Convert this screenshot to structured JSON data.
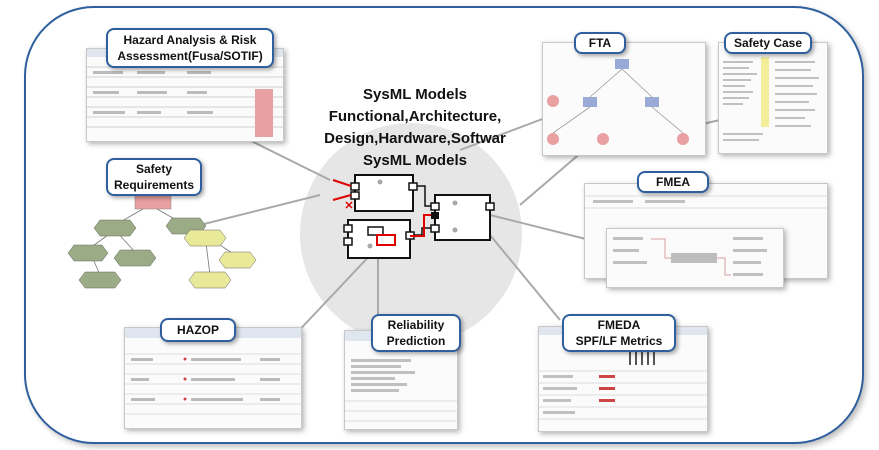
{
  "center": {
    "line1": "SysML Models",
    "line2": "Functional,Architecture,",
    "line3": "Design,Hardware,Softwar",
    "line4": "SysML Models"
  },
  "labels": {
    "hara_line1": "Hazard Analysis & Risk",
    "hara_line2": "Assessment(Fusa/SOTIF)",
    "safety_req_line1": "Safety",
    "safety_req_line2": "Requirements",
    "hazop": "HAZOP",
    "reliability_line1": "Reliability",
    "reliability_line2": "Prediction",
    "fta": "FTA",
    "safety_case": "Safety Case",
    "fmea": "FMEA",
    "fmeda_line1": "FMEDA",
    "fmeda_line2": "SPF/LF Metrics"
  },
  "colors": {
    "frame": "#2f5f9e",
    "label_border": "#2f5f9e",
    "connector": "#a9a9a9",
    "highlight": "#e00000",
    "req_node_gray": "#9aab86",
    "req_node_yellow": "#e9e99a",
    "req_node_red": "#e8a0a0"
  }
}
